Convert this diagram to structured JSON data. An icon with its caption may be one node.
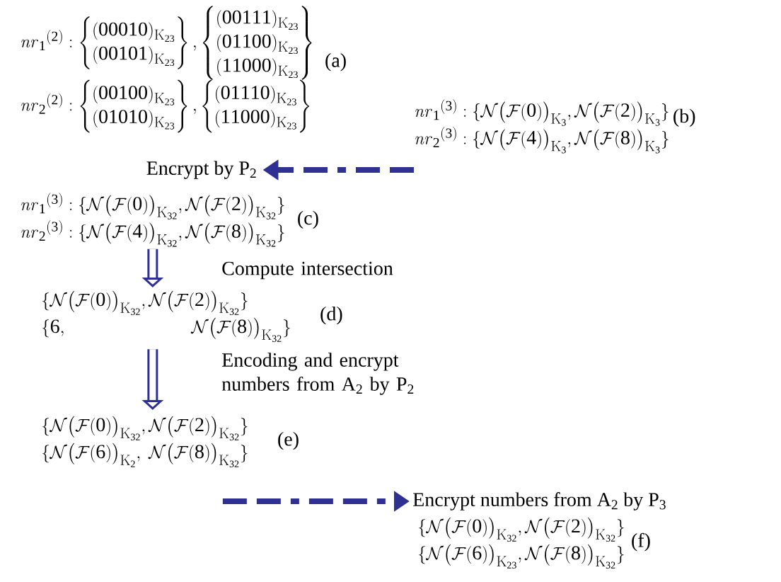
{
  "diagram": {
    "nodes": [
      {
        "text": [
          "\\mathit{nr}_1{}^{(2)}:\\left\\{\\begin{matrix}(00010)_{\\mathrm{K}_{23}}\\\\(00101)_{\\mathrm{K}_{23}}\\end{matrix}\\right\\},\\left\\{\\begin{matrix}(00111)_{\\mathrm{K}_{23}}\\\\(01100)_{\\mathrm{K}_{23}}\\\\(11000)_{\\mathrm{K}_{23}}\\end{matrix}\\right\\}",
          "\\mathit{nr}_2{}^{(2)}:\\left\\{\\begin{matrix}(00100)_{\\mathrm{K}_{23}}\\\\(01010)_{\\mathrm{K}_{23}}\\end{matrix}\\right\\},\\left\\{\\begin{matrix}(01110)_{\\mathrm{K}_{23}}\\\\(11000)_{\\mathrm{K}_{23}}\\end{matrix}\\right\\}"
        ],
        "beside": [
          "(a)"
        ]
      },
      {
        "text": [
          "\\mathit{nr}_1{}^{(3)}:\\{\\mathcal{N}\\bigl(\\mathcal{F}(0)\\bigr)_{\\mathrm{K}_{3}},\\mathcal{N}\\bigl(\\mathcal{F}(2)\\bigr)_{\\mathrm{K}_{3}}\\}",
          "\\mathit{nr}_2{}^{(3)}:\\{\\mathcal{N}\\bigl(\\mathcal{F}(4)\\bigr)_{\\mathrm{K}_{3}},\\mathcal{N}\\bigl(\\mathcal{F}(8)\\bigr)_{\\mathrm{K}_{3}}\\}"
        ],
        "beside": [
          "(b)"
        ]
      },
      {
        "text": [
          "Encrypt by P$_{2}$"
        ]
      },
      {
        "text": [
          "\\mathit{nr}_1{}^{(3)}:\\{\\mathcal{N}\\bigl(\\mathcal{F}(0)\\bigr)_{\\mathrm{K}_{32}},\\mathcal{N}\\bigl(\\mathcal{F}(2)\\bigr)_{\\mathrm{K}_{32}}\\}",
          "\\mathit{nr}_2{}^{(3)}:\\{\\mathcal{N}\\bigl(\\mathcal{F}(4)\\bigr)_{\\mathrm{K}_{32}},\\mathcal{N}\\bigl(\\mathcal{F}(8)\\bigr)_{\\mathrm{K}_{32}}\\}"
        ],
        "beside": [
          "(c)"
        ]
      },
      {
        "text": [
          "\\{\\mathcal{N}\\bigl(\\mathcal{F}(0)\\bigr)_{\\mathrm{K}_{32}},\\mathcal{N}\\bigl(\\mathcal{F}(2)\\bigr)_{\\mathrm{K}_{32}}\\}",
          "\\{6,\\qquad\\qquad\\qquad\\;\\mathcal{N}\\bigl(\\mathcal{F}(8)\\bigr)_{\\mathrm{K}_{32}}\\}"
        ],
        "beside": [
          "(d)"
        ]
      },
      {
        "text": [
          "\\{\\mathcal{N}\\bigl(\\mathcal{F}(0)\\bigr)_{\\mathrm{K}_{32}},\\mathcal{N}\\bigl(\\mathcal{F}(2)\\bigr)_{\\mathrm{K}_{32}}\\}",
          "\\{\\mathcal{N}\\bigl(\\mathcal{F}(6)\\bigr)_{\\mathrm{K}_{2}},\\;\\mathcal{N}\\bigl(\\mathcal{F}(8)\\bigr)_{\\mathrm{K}_{32}}\\}"
        ],
        "beside": [
          "(e)"
        ]
      },
      {
        "text": [
          "Encrypt numbers from A$_{2}$ by P$_{3}$"
        ]
      },
      {
        "text": [
          "\\{\\mathcal{N}\\bigl(\\mathcal{F}(0)\\bigr)_{\\mathrm{K}_{32}},\\mathcal{N}\\bigl(\\mathcal{F}(2)\\bigr)_{\\mathrm{K}_{32}}\\}",
          "\\{\\mathcal{N}\\bigl(\\mathcal{F}(6)\\bigr)_{\\mathrm{K}_{23}},\\mathcal{N}\\bigl(\\mathcal{F}(8)\\bigr)_{\\mathrm{K}_{32}}\\}"
        ],
        "beside": [
          "(f)"
        ]
      }
    ],
    "edges": [
      {
        "from": 1,
        "to": 2,
        "arrow": "to",
        "style": "dashed"
      },
      {
        "from": 3,
        "to": 4,
        "arrow": "to",
        "label": "Compute intersection",
        "style": "thick"
      },
      {
        "from": 4,
        "to": 5,
        "arrow": "to",
        "label": "Encoding and encrypt numbers from A$_{2}$ by P$_{2}$",
        "style": "thick"
      },
      {
        "from": 5,
        "to": 6,
        "arrow": "to",
        "style": "dashed"
      }
    ]
  }
}
